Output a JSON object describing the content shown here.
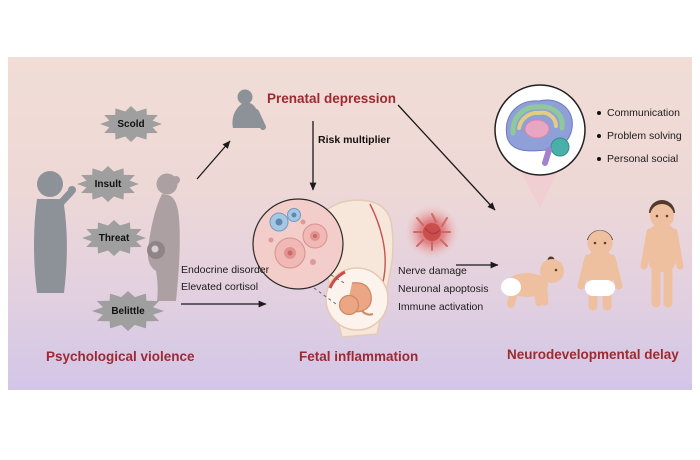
{
  "labels": {
    "psychological_violence": "Psychological violence",
    "prenatal_depression": "Prenatal depression",
    "fetal_inflammation": "Fetal inflammation",
    "neurodevelopmental_delay": "Neurodevelopmental delay",
    "risk_multiplier": "Risk multiplier"
  },
  "bursts": [
    "Scold",
    "Insult",
    "Threat",
    "Belittle"
  ],
  "endocrine_effects": [
    "Endocrine disorder",
    "Elevated cortisol"
  ],
  "damage_effects": [
    "Nerve damage",
    "Neuronal apoptosis",
    "Immune activation"
  ],
  "delay_domains": [
    "Communication",
    "Problem solving",
    "Personal social"
  ],
  "icons": [
    "shouting-person-icon",
    "pregnant-woman-icon",
    "depressed-person-icon",
    "cell-magnifier-icon",
    "pregnant-torso-icon",
    "fetus-icon",
    "inflammation-virus-icon",
    "brain-icon",
    "crawling-baby-icon",
    "toddler-icon",
    "standing-child-icon"
  ],
  "colors": {
    "accent_red": "#9c2a30",
    "burst_gray": "#9f9f9f",
    "bg_top": "#f1ddd6",
    "bg_bottom": "#d2c6e8"
  }
}
